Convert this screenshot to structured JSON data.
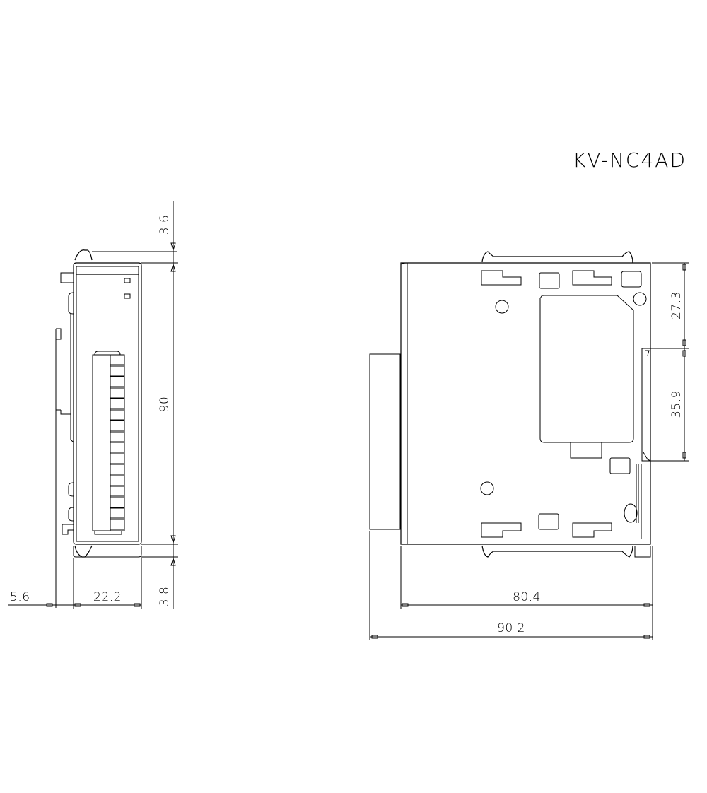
{
  "drawing": {
    "title": "KV-NC4AD",
    "line_color": "#000000",
    "background_color": "#ffffff"
  },
  "side_view": {
    "name": "front view (narrow side)",
    "terminal_count": 16,
    "dimensions": {
      "top_offset": "3.6",
      "height": "90",
      "bottom_offset": "3.8",
      "left_offset": "5.6",
      "width": "22.2"
    }
  },
  "side_profile_view": {
    "name": "side view",
    "dimensions": {
      "upper_height": "27.3",
      "rail_height": "35.9",
      "body_depth": "80.4",
      "overall_depth": "90.2"
    }
  }
}
